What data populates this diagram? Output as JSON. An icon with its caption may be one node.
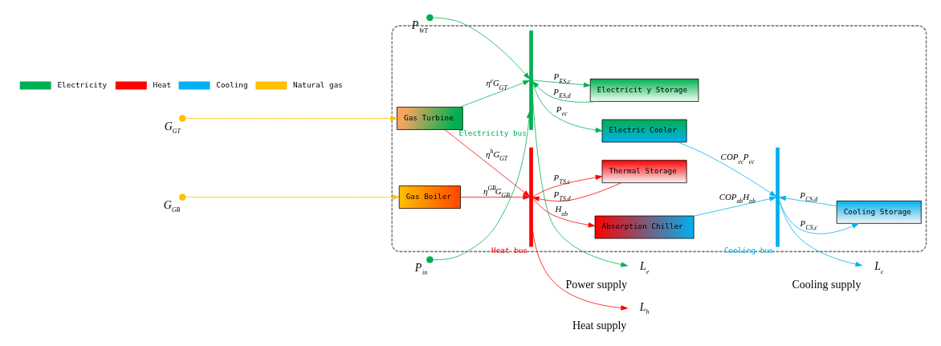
{
  "diagram": {
    "nodes": [
      {
        "text": [],
        "shape": "box"
      },
      {
        "text": [],
        "shape": "circle",
        "beside": [
          "P$_{WT}$"
        ]
      },
      {
        "text": [],
        "shape": "circle",
        "beside": [
          "P$_{in}$"
        ]
      },
      {
        "text": [],
        "shape": "circle",
        "beside": [
          "G$_{GT}$"
        ]
      },
      {
        "text": [],
        "shape": "circle",
        "beside": [
          "G$_{GB}$"
        ]
      },
      {
        "text": [
          "Gas Turbine"
        ],
        "in": 0
      },
      {
        "text": [
          "Gas Boiler"
        ],
        "in": 0
      },
      {
        "text": [],
        "shape": "bar",
        "beside": [
          "Electricity bus"
        ],
        "in": 0
      },
      {
        "text": [
          "Electricit y Storage"
        ],
        "in": 0
      },
      {
        "text": [
          "Electric Cooler"
        ],
        "in": 0
      },
      {
        "text": [],
        "shape": "bar",
        "beside": [
          "Heat bus"
        ],
        "in": 0
      },
      {
        "text": [
          "Thermal Storage"
        ],
        "in": 0
      },
      {
        "text": [
          "Absorption Chiller"
        ],
        "in": 0
      },
      {
        "text": [],
        "shape": "bar",
        "beside": [
          "Cooling bus"
        ],
        "in": 0
      },
      {
        "text": [
          "Cooling Storage"
        ],
        "in": 0
      },
      {
        "text": [
          "L$_{e}$"
        ],
        "beside": [
          "Power supply"
        ]
      },
      {
        "text": [
          "L$_{c}$"
        ],
        "beside": [
          "Cooling supply"
        ]
      },
      {
        "text": [
          "L$_{h}$"
        ],
        "beside": [
          "Heat supply"
        ]
      }
    ],
    "edges": [
      {
        "from": 1,
        "to": 7,
        "arrow": "to"
      },
      {
        "from": 2,
        "to": 7,
        "arrow": "to"
      },
      {
        "from": 5,
        "to": 7,
        "arrow": "to",
        "label": "η$^{e}$G$_{GT}$"
      },
      {
        "from": 7,
        "to": 8,
        "arrow": "to",
        "label": "P$_{ES,c}$"
      },
      {
        "from": 8,
        "to": 7,
        "arrow": "to",
        "label": "P$_{ES,d}$"
      },
      {
        "from": 7,
        "to": 15,
        "arrow": "to"
      },
      {
        "from": 7,
        "to": 9,
        "arrow": "to",
        "label": "P$_{ec}$"
      },
      {
        "from": 3,
        "to": 5,
        "arrow": "to",
        "color": "#ffc000"
      },
      {
        "from": 4,
        "to": 6,
        "arrow": "to",
        "color": "#ffc000"
      },
      {
        "from": 5,
        "to": 10,
        "arrow": "to",
        "label": "η$^{h}$G$_{GT}$",
        "color": "#ff0000"
      },
      {
        "from": 6,
        "to": 10,
        "arrow": "to",
        "label": "η$^{GB}$G$_{GB}$",
        "color": "#ff0000"
      },
      {
        "from": 10,
        "to": 11,
        "arrow": "to",
        "label": "P$_{TS,c}$",
        "color": "#ff0000"
      },
      {
        "from": 11,
        "to": 10,
        "arrow": "to",
        "label": "P$_{TS,d}$",
        "color": "#ff0000"
      },
      {
        "from": 10,
        "to": 12,
        "arrow": "to",
        "label": "H$_{ab}$",
        "color": "#ff0000"
      },
      {
        "from": 10,
        "to": 17,
        "arrow": "to",
        "color": "#ff0000"
      },
      {
        "from": 9,
        "to": 13,
        "arrow": "to",
        "label": "COP$_{ec}$P$_{ec}$",
        "color": "#00b0f0"
      },
      {
        "from": 12,
        "to": 13,
        "arrow": "to",
        "label": "COP$_{ab}$H$_{ab}$",
        "color": "#00b0f0"
      },
      {
        "from": 13,
        "to": 14,
        "arrow": "to",
        "label": "P$_{CS,c}$",
        "color": "#00b0f0"
      },
      {
        "from": 14,
        "to": 13,
        "arrow": "to",
        "label": "P$_{CS,d}$",
        "color": "#00b0f0"
      },
      {
        "from": 13,
        "to": 16,
        "arrow": "to",
        "color": "#00b0f0"
      }
    ],
    "legend": [
      {
        "text": "Electricity"
      },
      {
        "text": "Heat"
      },
      {
        "text": "Cooling"
      },
      {
        "text": "Natural gas"
      }
    ]
  }
}
